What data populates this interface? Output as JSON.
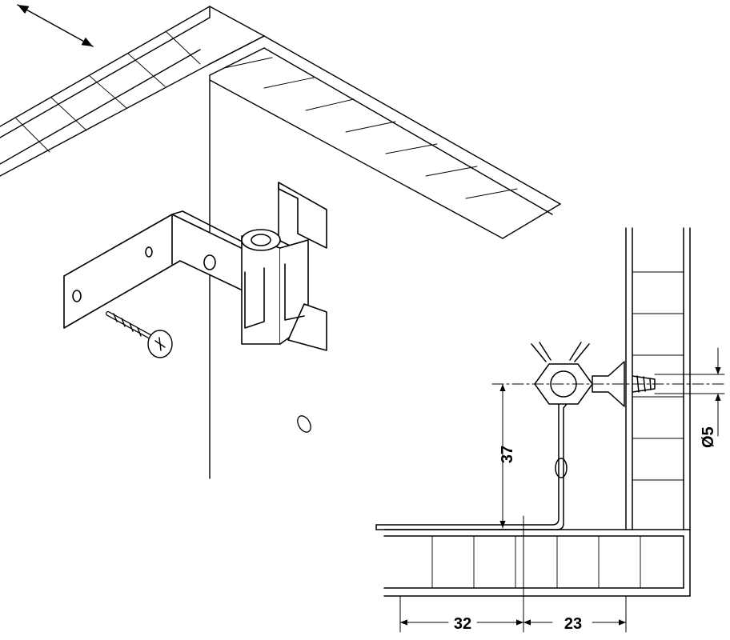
{
  "dimensions": {
    "width_left": "32",
    "width_right": "23",
    "height": "37",
    "hole_diameter": "Ø5"
  },
  "colors": {
    "line": "#000000",
    "background": "#ffffff",
    "fitting_fill": "#f2f2f2"
  }
}
